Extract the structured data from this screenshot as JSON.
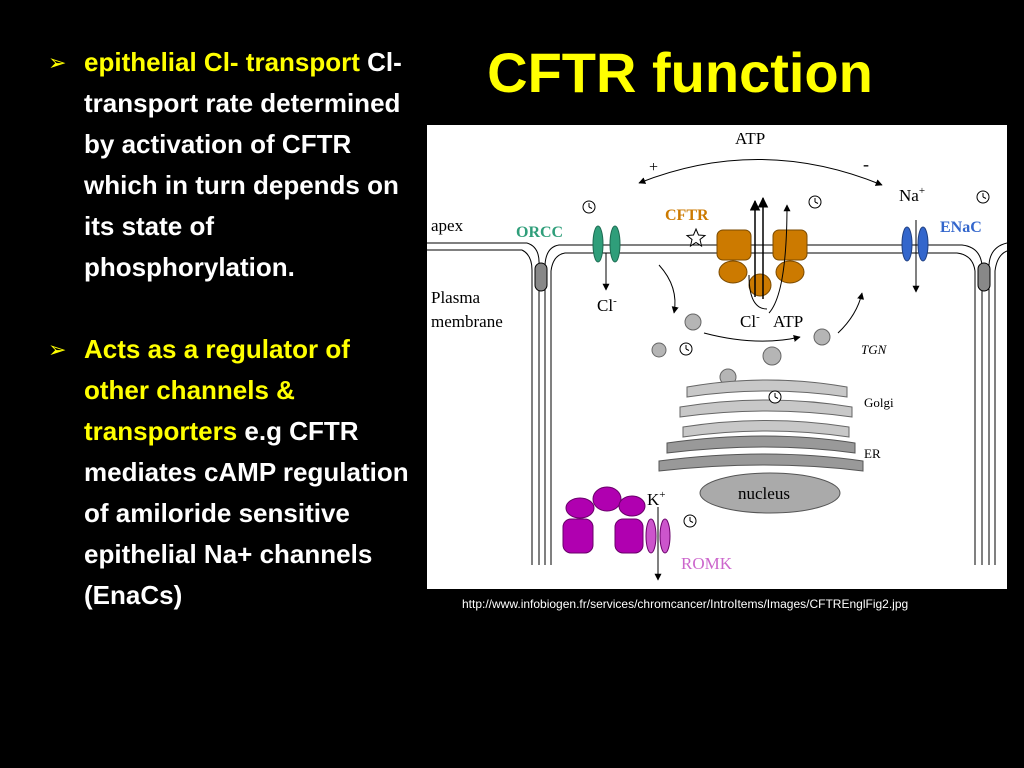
{
  "slide": {
    "title": "CFTR function",
    "colors": {
      "background": "#000000",
      "title": "#ffff00",
      "highlight": "#ffff00",
      "text": "#ffffff"
    }
  },
  "bullets": [
    {
      "highlight": "epithelial Cl- transport",
      "text": " Cl- transport rate determined by activation of CFTR which in turn depends on its state of phosphorylation."
    },
    {
      "highlight": " Acts as a regulator of other channels & transporters",
      "text": " e.g CFTR mediates cAMP regulation of amiloride sensitive epithelial Na+ channels (EnaCs)"
    }
  ],
  "diagram": {
    "labels": {
      "atp_top": "ATP",
      "plus": "+",
      "minus": "-",
      "na": "Na",
      "na_sup": "+",
      "enac": "ENaC",
      "cftr": "CFTR",
      "orcc": "ORCC",
      "apex": "apex",
      "plasma": "Plasma",
      "membrane": "membrane",
      "cl_left": "Cl",
      "cl_left_sup": "-",
      "cl_mid": "Cl",
      "cl_mid_sup": "-",
      "atp_mid": "ATP",
      "tgn": "TGN",
      "golgi": "Golgi",
      "er": "ER",
      "nucleus": "nucleus",
      "k": "K",
      "k_sup": "+",
      "romk": "ROMK"
    },
    "colors": {
      "orcc": "#2f9e7a",
      "cftr": "#cc7a00",
      "enac": "#3366cc",
      "romk": "#b000b0",
      "romk_label": "#cc66cc",
      "gray": "#999999"
    }
  },
  "source": {
    "url": "http://www.infobiogen.fr/services/chromcancer/IntroItems/Images/CFTREnglFig2.jpg"
  }
}
